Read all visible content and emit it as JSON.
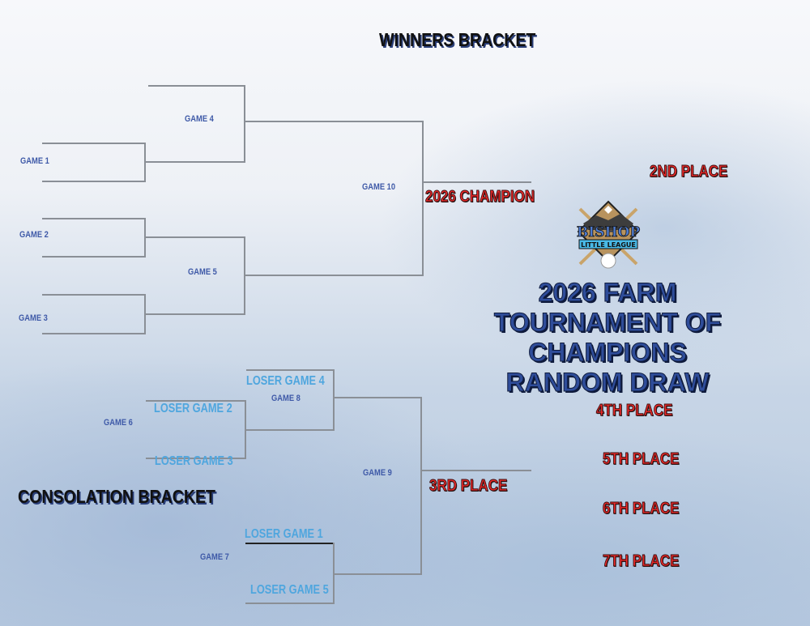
{
  "winners_heading": "WINNERS BRACKET",
  "consolation_heading": "CONSOLATION BRACKET",
  "winners": {
    "game1": "GAME 1",
    "game2": "GAME 2",
    "game3": "GAME 3",
    "game4": "GAME 4",
    "game5": "GAME 5",
    "game10": "GAME 10"
  },
  "consolation": {
    "game6": "GAME 6",
    "game7": "GAME 7",
    "game8": "GAME 8",
    "game9": "GAME 9",
    "loser_game_4": "LOSER GAME 4",
    "loser_game_2": "LOSER GAME 2",
    "loser_game_3": "LOSER GAME 3",
    "loser_game_1": "LOSER GAME 1",
    "loser_game_5": "LOSER GAME 5"
  },
  "places": {
    "champion": "2026 CHAMPION",
    "second": "2ND PLACE",
    "third": "3RD PLACE",
    "fourth": "4TH PLACE",
    "fifth": "5TH PLACE",
    "sixth": "6TH PLACE",
    "seventh": "7TH PLACE"
  },
  "logo": {
    "line1": "BISHOP",
    "line2": "LITTLE LEAGUE"
  },
  "title": {
    "line1": "2026 FARM",
    "line2": "TOURNAMENT OF CHAMPIONS",
    "line3": "RANDOM DRAW"
  },
  "colors": {
    "game": "#3f5aa8",
    "loser": "#4fa6de",
    "place": "#ee2a2a",
    "title": "#2f4d9a"
  }
}
